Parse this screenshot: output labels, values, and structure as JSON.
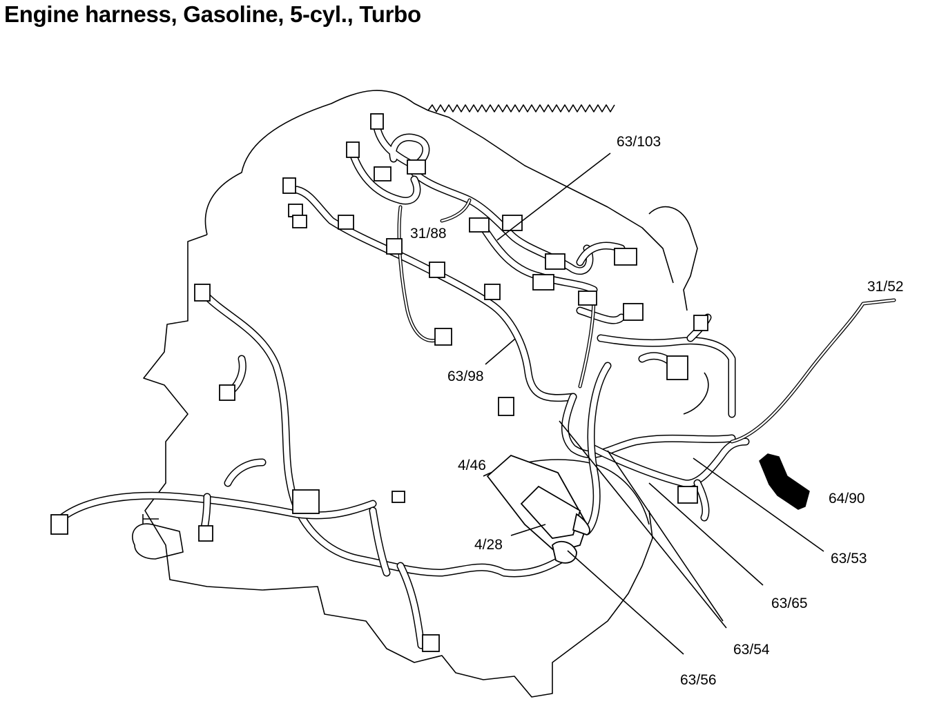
{
  "title": "Engine harness, Gasoline, 5-cyl., Turbo",
  "callouts": [
    {
      "id": "c-63-103",
      "text": "63/103"
    },
    {
      "id": "c-31-88",
      "text": "31/88"
    },
    {
      "id": "c-63-98",
      "text": "63/98"
    },
    {
      "id": "c-31-52",
      "text": "31/52"
    },
    {
      "id": "c-4-46",
      "text": "4/46"
    },
    {
      "id": "c-4-28",
      "text": "4/28"
    },
    {
      "id": "c-64-90",
      "text": "64/90"
    },
    {
      "id": "c-63-53",
      "text": "63/53"
    },
    {
      "id": "c-63-65",
      "text": "63/65"
    },
    {
      "id": "c-63-54",
      "text": "63/54"
    },
    {
      "id": "c-63-56",
      "text": "63/56"
    }
  ]
}
